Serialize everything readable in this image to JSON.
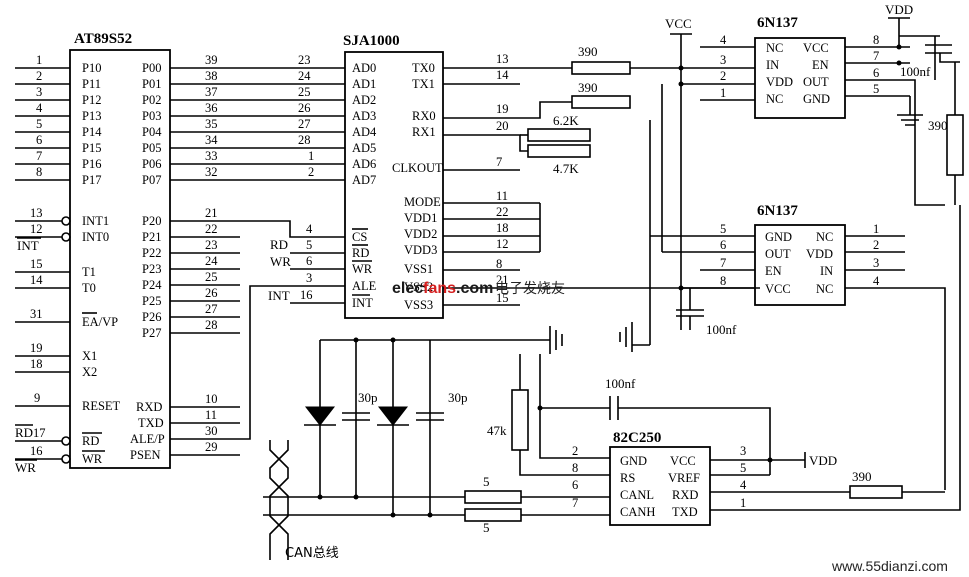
{
  "parts": {
    "mcu": {
      "name": "AT89S52",
      "left_pins": [
        {
          "num": "1",
          "label": "P10"
        },
        {
          "num": "2",
          "label": "P11"
        },
        {
          "num": "3",
          "label": "P12"
        },
        {
          "num": "4",
          "label": "P13"
        },
        {
          "num": "5",
          "label": "P14"
        },
        {
          "num": "6",
          "label": "P15"
        },
        {
          "num": "7",
          "label": "P16"
        },
        {
          "num": "8",
          "label": "P17"
        },
        {
          "num": "13",
          "label": "INT1"
        },
        {
          "num": "12",
          "label": "INT0"
        },
        {
          "num": "15",
          "label": "T1"
        },
        {
          "num": "14",
          "label": "T0"
        },
        {
          "num": "31",
          "label": "EA/VP"
        },
        {
          "num": "19",
          "label": "X1"
        },
        {
          "num": "18",
          "label": "X2"
        },
        {
          "num": "9",
          "label": "RESET"
        },
        {
          "num": "17",
          "label": "RD"
        },
        {
          "num": "16",
          "label": "WR"
        }
      ],
      "right_pins": [
        {
          "num": "39",
          "label": "P00"
        },
        {
          "num": "38",
          "label": "P01"
        },
        {
          "num": "37",
          "label": "P02"
        },
        {
          "num": "36",
          "label": "P03"
        },
        {
          "num": "35",
          "label": "P04"
        },
        {
          "num": "34",
          "label": "P05"
        },
        {
          "num": "33",
          "label": "P06"
        },
        {
          "num": "32",
          "label": "P07"
        },
        {
          "num": "21",
          "label": "P20"
        },
        {
          "num": "22",
          "label": "P21"
        },
        {
          "num": "23",
          "label": "P22"
        },
        {
          "num": "24",
          "label": "P23"
        },
        {
          "num": "25",
          "label": "P24"
        },
        {
          "num": "26",
          "label": "P25"
        },
        {
          "num": "27",
          "label": "P26"
        },
        {
          "num": "28",
          "label": "P27"
        },
        {
          "num": "10",
          "label": "RXD"
        },
        {
          "num": "11",
          "label": "TXD"
        },
        {
          "num": "30",
          "label": "ALE/P"
        },
        {
          "num": "29",
          "label": "PSEN"
        }
      ]
    },
    "sja": {
      "name": "SJA1000",
      "left_pins": [
        {
          "num": "23",
          "label": "AD0"
        },
        {
          "num": "24",
          "label": "AD1"
        },
        {
          "num": "25",
          "label": "AD2"
        },
        {
          "num": "26",
          "label": "AD3"
        },
        {
          "num": "27",
          "label": "AD4"
        },
        {
          "num": "28",
          "label": "AD5"
        },
        {
          "num": "1",
          "label": "AD6"
        },
        {
          "num": "2",
          "label": "AD7"
        },
        {
          "num": "4",
          "label": "CS"
        },
        {
          "num": "5",
          "label": "RD"
        },
        {
          "num": "6",
          "label": "WR"
        },
        {
          "num": "3",
          "label": "ALE"
        },
        {
          "num": "16",
          "label": "INT"
        }
      ],
      "right_pins": [
        {
          "num": "13",
          "label": "TX0"
        },
        {
          "num": "14",
          "label": "TX1"
        },
        {
          "num": "19",
          "label": "RX0"
        },
        {
          "num": "20",
          "label": "RX1"
        },
        {
          "num": "7",
          "label": "CLKOUT"
        },
        {
          "num": "11",
          "label": "MODE"
        },
        {
          "num": "22",
          "label": "VDD1"
        },
        {
          "num": "18",
          "label": "VDD2"
        },
        {
          "num": "12",
          "label": "VDD3"
        },
        {
          "num": "8",
          "label": "VSS1"
        },
        {
          "num": "21",
          "label": "VSS2"
        },
        {
          "num": "15",
          "label": "VSS3"
        }
      ]
    },
    "opto1": {
      "name": "6N137",
      "left_pins": [
        {
          "num": "4",
          "label": "NC"
        },
        {
          "num": "3",
          "label": "IN"
        },
        {
          "num": "2",
          "label": "VDD"
        },
        {
          "num": "1",
          "label": "NC"
        }
      ],
      "right_pins": [
        {
          "num": "8",
          "label": "VCC"
        },
        {
          "num": "7",
          "label": "EN"
        },
        {
          "num": "6",
          "label": "OUT"
        },
        {
          "num": "5",
          "label": "GND"
        }
      ]
    },
    "opto2": {
      "name": "6N137",
      "left_pins": [
        {
          "num": "5",
          "label": "GND"
        },
        {
          "num": "6",
          "label": "OUT"
        },
        {
          "num": "7",
          "label": "EN"
        },
        {
          "num": "8",
          "label": "VCC"
        }
      ],
      "right_pins": [
        {
          "num": "1",
          "label": "NC"
        },
        {
          "num": "2",
          "label": "VDD"
        },
        {
          "num": "3",
          "label": "IN"
        },
        {
          "num": "4",
          "label": "NC"
        }
      ]
    },
    "trx": {
      "name": "82C250",
      "left_pins": [
        {
          "num": "2",
          "label": "GND"
        },
        {
          "num": "8",
          "label": "RS"
        },
        {
          "num": "6",
          "label": "CANL"
        },
        {
          "num": "7",
          "label": "CANH"
        }
      ],
      "right_pins": [
        {
          "num": "3",
          "label": "VCC"
        },
        {
          "num": "5",
          "label": "VREF"
        },
        {
          "num": "4",
          "label": "RXD"
        },
        {
          "num": "1",
          "label": "TXD"
        }
      ]
    }
  },
  "nets": {
    "vcc": "VCC",
    "vdd_top": "VDD",
    "vdd_right": "VDD",
    "int_mcu": "INT",
    "rd_mcu": "RD",
    "wr_mcu": "WR",
    "rd_sja": "RD",
    "wr_sja": "WR",
    "int_sja": "INT"
  },
  "components": {
    "r_tx0": "390",
    "r_rx0": "390",
    "r_rx1_a": "6.2K",
    "r_rx1_b": "4.7K",
    "r_opto_right": "390",
    "r_txd": "390",
    "r_rs": "47k",
    "r_canl": "5",
    "r_canh": "5",
    "c_opto1": "100nf",
    "c_opto2": "100nf",
    "c_vref": "100nf",
    "c_d1": "30p",
    "c_d2": "30p"
  },
  "bus_label": "CAN总线",
  "watermark": {
    "brand_a": "elec",
    "brand_b": "fans",
    "brand_c": ".com",
    "brand_cn": "电子发烧友",
    "site": "www.55dianzi.com"
  },
  "colors": {
    "line": "#000000",
    "brand_red": "#d42020"
  }
}
